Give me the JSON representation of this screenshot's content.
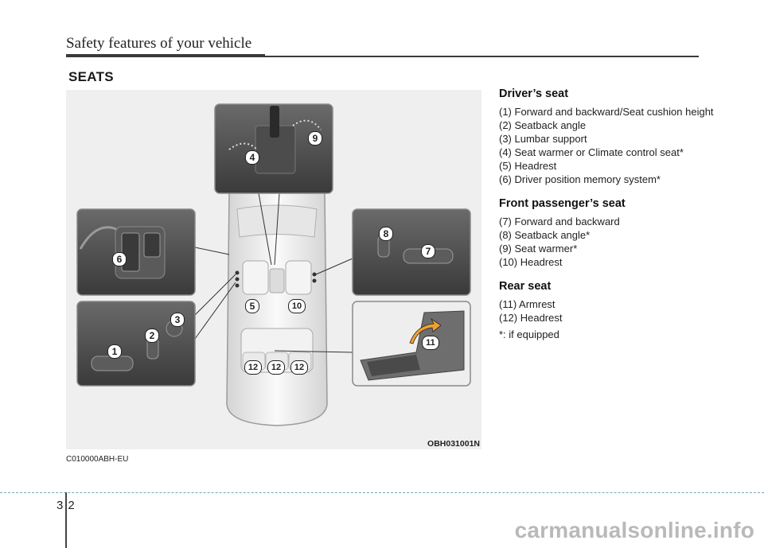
{
  "header": {
    "title": "Safety features of your vehicle"
  },
  "section_title": "SEATS",
  "figure": {
    "code": "OBH031001N",
    "callouts": [
      "1",
      "2",
      "3",
      "4",
      "5",
      "6",
      "7",
      "8",
      "9",
      "10",
      "11",
      "12"
    ]
  },
  "doc_code": "C010000ABH-EU",
  "legend": {
    "driver": {
      "title": "Driver’s seat",
      "items": [
        "(1) Forward and backward/Seat cushion height",
        "(2) Seatback angle",
        "(3) Lumbar support",
        "(4) Seat warmer or Climate control seat*",
        "(5) Headrest",
        "(6) Driver position memory system*"
      ]
    },
    "passenger": {
      "title": "Front passenger’s seat",
      "items": [
        "(7) Forward and backward",
        "(8) Seatback angle*",
        "(9) Seat warmer*",
        "(10) Headrest"
      ]
    },
    "rear": {
      "title": "Rear seat",
      "items": [
        "(11) Armrest",
        "(12) Headrest"
      ]
    },
    "note": "*: if equipped"
  },
  "footer": {
    "page_number": "32",
    "watermark": "carmanualsonline.info"
  }
}
